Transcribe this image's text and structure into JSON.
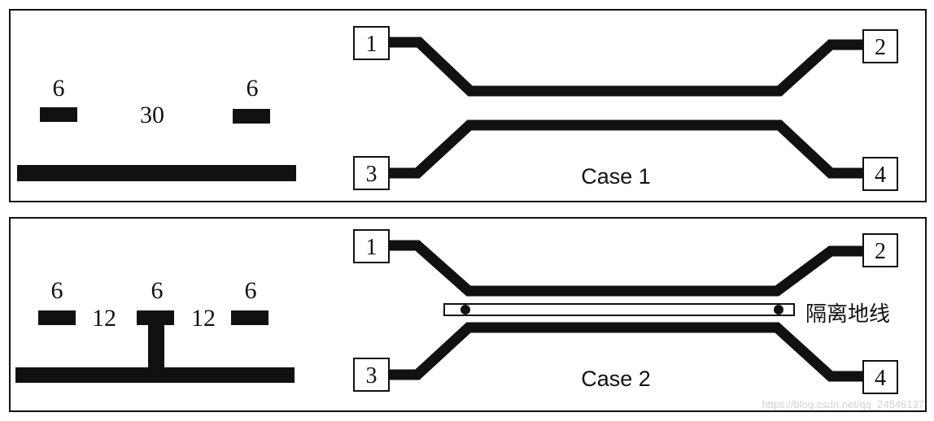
{
  "colors": {
    "ink": "#111111",
    "paper": "#ffffff",
    "watermark": "#d3d3d3"
  },
  "case1": {
    "caption": "Case 1",
    "cross_section": {
      "left_width": "6",
      "gap": "30",
      "right_width": "6"
    },
    "ports": [
      "1",
      "2",
      "3",
      "4"
    ]
  },
  "case2": {
    "caption": "Case 2",
    "cross_section": {
      "left_width": "6",
      "gap_left": "12",
      "mid_width": "6",
      "gap_right": "12",
      "right_width": "6"
    },
    "ports": [
      "1",
      "2",
      "3",
      "4"
    ],
    "guard_label": "隔离地线"
  },
  "watermark": "https://blog.csdn.net/qq_24546137"
}
